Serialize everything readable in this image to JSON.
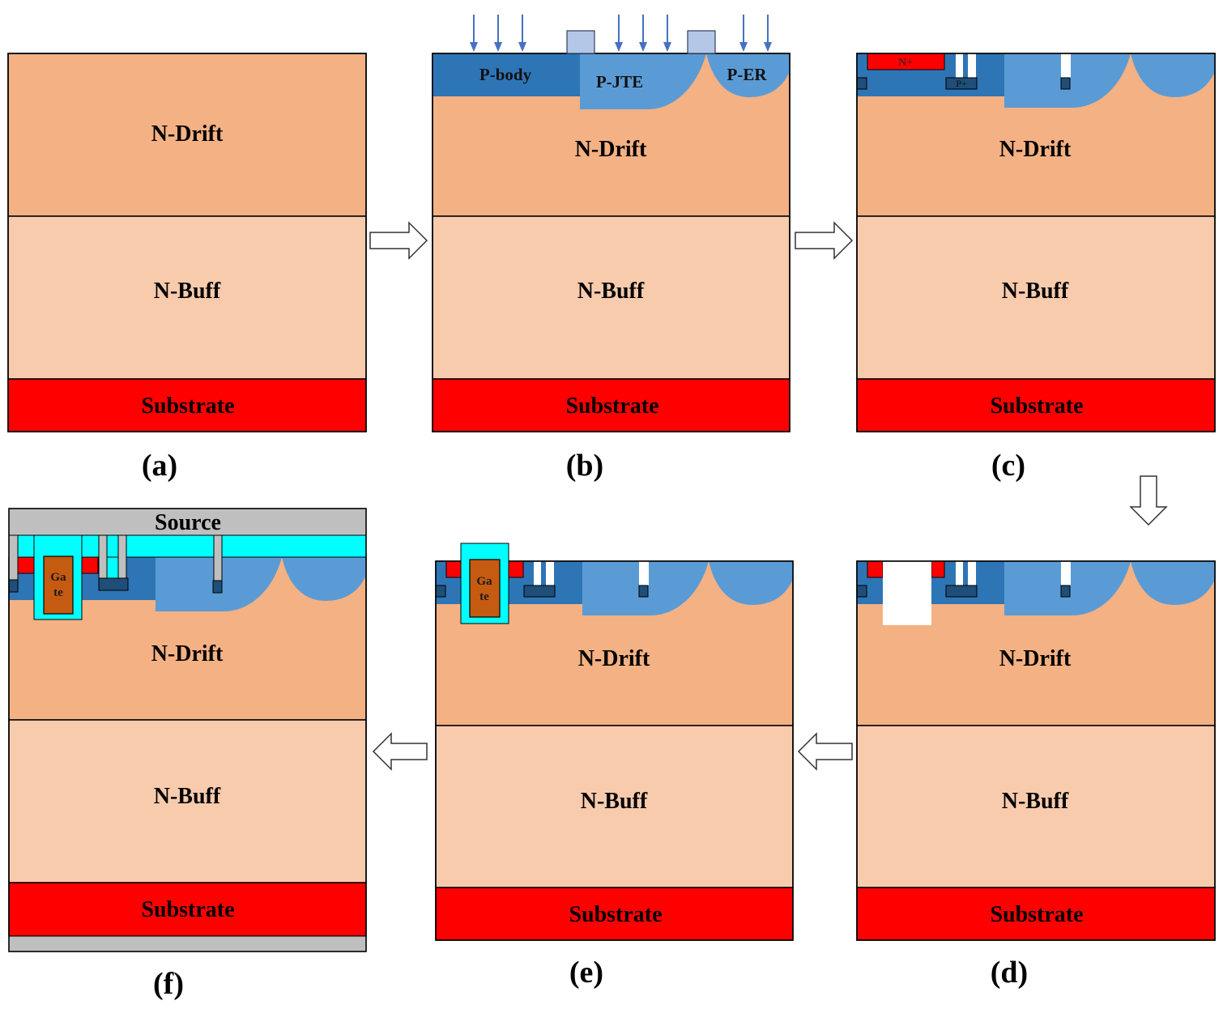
{
  "panels": {
    "a": {
      "caption": "(a)",
      "layers": {
        "drift": "N-Drift",
        "buffer": "N-Buff",
        "substrate": "Substrate"
      }
    },
    "b": {
      "caption": "(b)",
      "layers": {
        "drift": "N-Drift",
        "buffer": "N-Buff",
        "substrate": "Substrate"
      },
      "regions": {
        "p_body": "P-body",
        "p_jte": "P-JTE",
        "p_er": "P-ER"
      }
    },
    "c": {
      "caption": "(c)",
      "layers": {
        "drift": "N-Drift",
        "buffer": "N-Buff",
        "substrate": "Substrate"
      },
      "regions": {
        "n_plus": "N+",
        "p_plus": "P+"
      }
    },
    "d": {
      "caption": "(d)",
      "layers": {
        "drift": "N-Drift",
        "buffer": "N-Buff",
        "substrate": "Substrate"
      }
    },
    "e": {
      "caption": "(e)",
      "layers": {
        "drift": "N-Drift",
        "buffer": "N-Buff",
        "substrate": "Substrate"
      },
      "gate": [
        "Ga",
        "te"
      ]
    },
    "f": {
      "caption": "(f)",
      "layers": {
        "drift": "N-Drift",
        "buffer": "N-Buff",
        "substrate": "Substrate"
      },
      "gate": [
        "Ga",
        "te"
      ],
      "source": "Source"
    }
  },
  "flow_order": [
    "a",
    "b",
    "c",
    "d",
    "e",
    "f"
  ],
  "colors": {
    "drift": "#F4B183",
    "buff": "#F8CBAD",
    "substrate": "#FF0000",
    "pbody": "#2E75B6",
    "plight": "#5B9BD5",
    "dark": "#1F4E79",
    "nplus": "#FF0000",
    "oxide": "#00FFFF",
    "gate": "#C55A11",
    "metal": "#BFBFBF",
    "mask": "#B4C7E7",
    "implant": "#4472C4"
  }
}
